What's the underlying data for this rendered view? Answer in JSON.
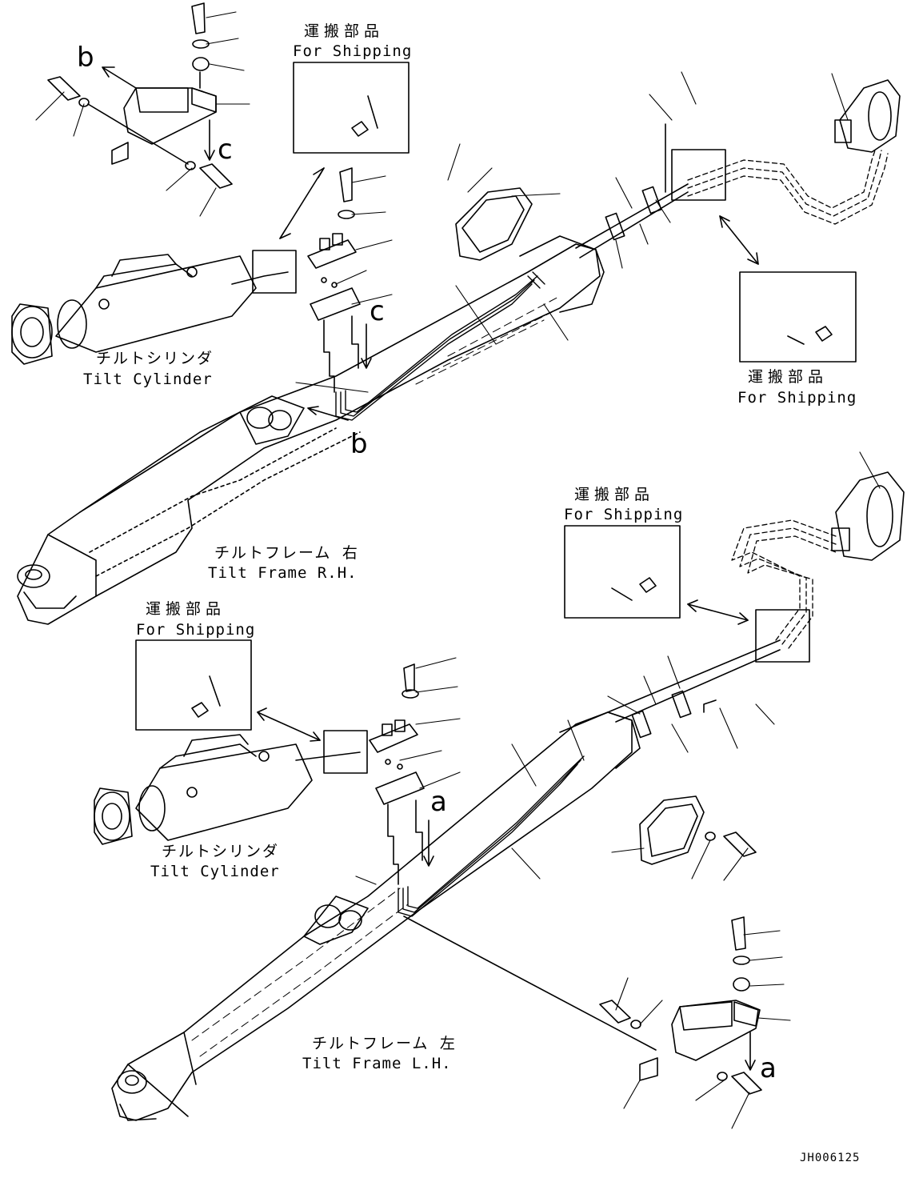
{
  "shipping": {
    "jp": "運搬部品",
    "en_top": "For Shipping",
    "en_right": "For Shipping",
    "en_mid": "For Shipping",
    "en_left": "For Shipping"
  },
  "tilt_cylinder": {
    "jp": "チルトシリンダ",
    "en": "Tilt Cylinder"
  },
  "tilt_frame_rh": {
    "jp": "チルトフレーム 右",
    "en": "Tilt Frame R.H."
  },
  "tilt_frame_lh": {
    "jp": "チルトフレーム 左",
    "en": "Tilt Frame L.H."
  },
  "callouts": {
    "a": "a",
    "b": "b",
    "c": "c"
  },
  "drawing_code": "JH006125"
}
